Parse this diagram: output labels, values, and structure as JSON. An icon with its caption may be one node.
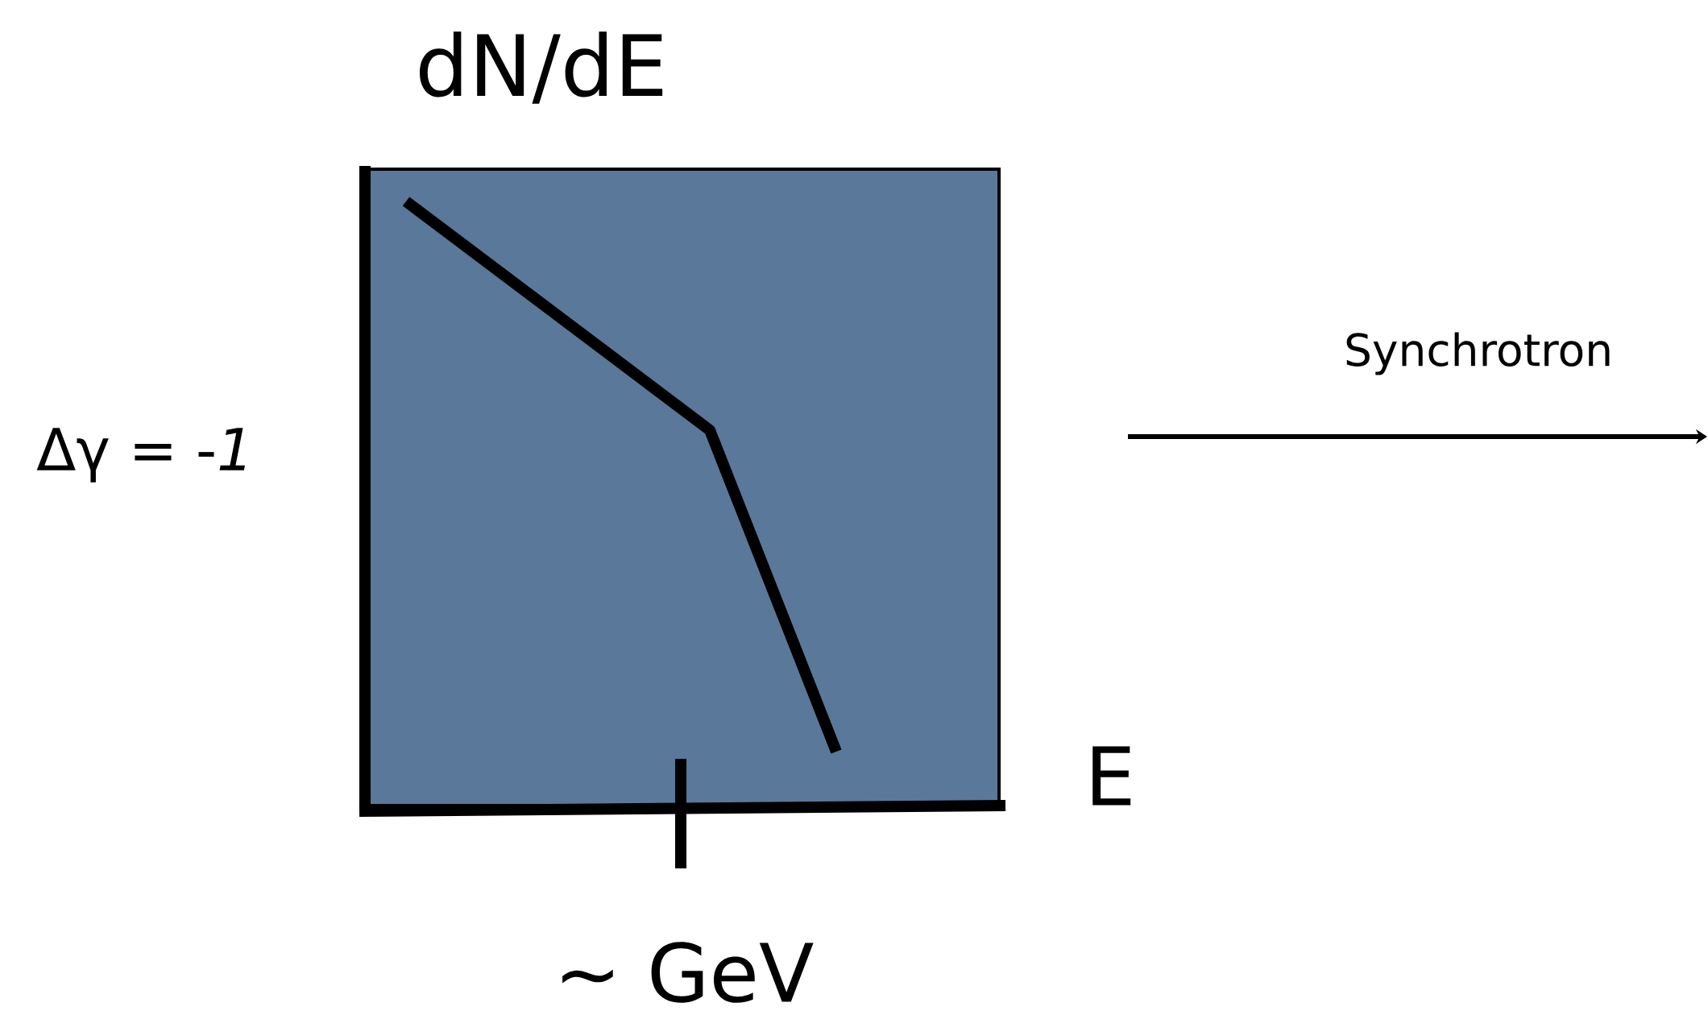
{
  "diagram": {
    "labels": [
      "dN/dE",
      "Δγ = -*1*",
      "E",
      "~ GeV",
      "Synchrotron"
    ]
  }
}
